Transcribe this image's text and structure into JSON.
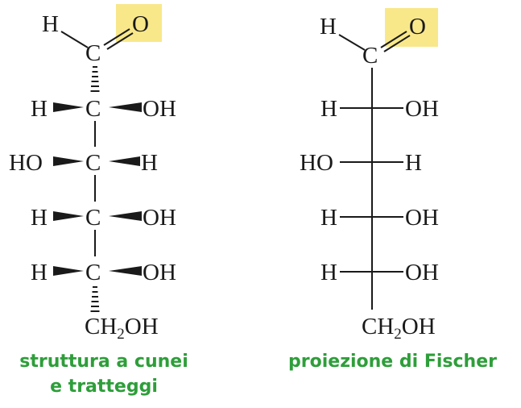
{
  "colors": {
    "caption": "#2e9e3a",
    "highlight": "#f9e88a",
    "bond": "#1a1a1a"
  },
  "labels": {
    "H": "H",
    "C": "C",
    "O": "O",
    "OH": "OH",
    "HO": "HO",
    "CH2OH_prefix": "CH",
    "CH2OH_sub": "2",
    "CH2OH_suffix": "OH"
  },
  "left": {
    "caption_line1": "struttura a cunei",
    "caption_line2": "e tratteggi"
  },
  "right": {
    "caption": "proiezione di Fischer"
  }
}
